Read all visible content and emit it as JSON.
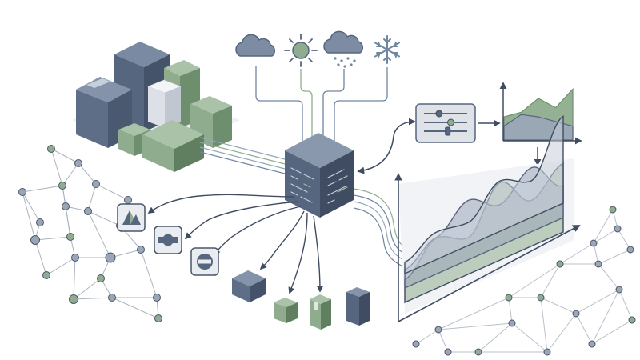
{
  "palette": {
    "slate": "#56667f",
    "slate_dark": "#3f4c61",
    "slate_light": "#9aa6b8",
    "green": "#8fad8e",
    "green_dark": "#6e8f6e",
    "line": "#4a5668",
    "background": "#ffffff"
  },
  "weather_icons": [
    "cloud-icon",
    "sun-icon",
    "rain-cloud-icon",
    "snowflake-icon"
  ],
  "output_icons": [
    "mountain-logo-icon",
    "connector-icon",
    "no-entry-icon"
  ],
  "dashboard": {
    "slider_levels": [
      0.35,
      0.62,
      0.55
    ]
  },
  "chart_data": [
    {
      "type": "area",
      "series": [
        {
          "values": [
            2,
            2.4,
            3.6,
            2.8,
            4.4
          ]
        },
        {
          "values": [
            1.2,
            2.2,
            2.0,
            1.6,
            1.2
          ]
        }
      ]
    },
    {
      "type": "area",
      "series": [
        {
          "values": [
            1.0,
            2.2,
            1.6,
            3.4,
            2.0,
            3.0
          ]
        },
        {
          "values": [
            0.8,
            1.6,
            2.6,
            1.8,
            2.8,
            1.4
          ]
        },
        {
          "values": [
            0.5,
            1.2,
            1.0,
            2.2,
            1.6,
            3.8
          ]
        }
      ]
    }
  ]
}
